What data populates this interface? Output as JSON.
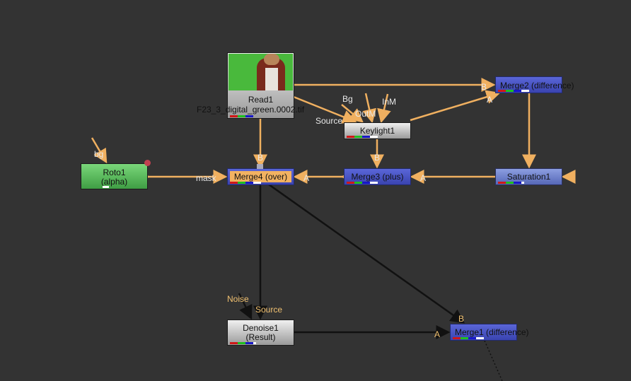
{
  "nodes": {
    "read1": {
      "name": "Read1",
      "file": "F23_3_digital_green.0002.tif"
    },
    "keylight1": {
      "name": "Keylight1"
    },
    "merge2": {
      "name": "Merge2 (difference)"
    },
    "roto1": {
      "name": "Roto1",
      "sub": "(alpha)"
    },
    "merge4": {
      "name": "Merge4 (over)"
    },
    "merge3": {
      "name": "Merge3 (plus)"
    },
    "saturation1": {
      "name": "Saturation1"
    },
    "denoise1": {
      "name": "Denoise1",
      "sub": "(Result)"
    },
    "merge1": {
      "name": "Merge1 (difference)"
    }
  },
  "inputs": {
    "b": "B",
    "a": "A",
    "mask": "mask",
    "source": "Source",
    "bg": "Bg",
    "outm": "OutM",
    "inm": "InM",
    "roto_bg": "bg",
    "noise": "Noise"
  },
  "colors": {
    "pipe": "#f0b060",
    "background": "#333333"
  }
}
